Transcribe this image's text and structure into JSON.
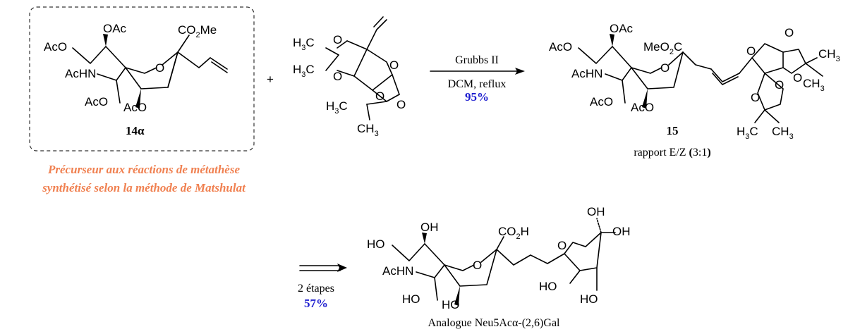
{
  "colors": {
    "yield": "#1c1ccf",
    "note": "#f08050",
    "ink": "#000000"
  },
  "compound_14a": {
    "label_num": "14",
    "label_greek": "α",
    "atoms": {
      "ac_o_left": "AcO",
      "o_ac_top": "OAc",
      "co2me": "CO",
      "co2me_sub": "2",
      "co2me_end": "Me",
      "achn": "AcHN",
      "aco_bottom_left": "AcO",
      "aco_bottom_right": "AcO",
      "ring_o": "O"
    }
  },
  "plus_sign": "+",
  "reagent": {
    "h3c_top": "H",
    "h3c_top_sub": "3",
    "h3c_top_end": "C",
    "h3c_mid": "H",
    "h3c_mid_sub": "3",
    "h3c_mid_end": "C",
    "h3c_low": "H",
    "h3c_low_sub": "3",
    "h3c_low_end": "C",
    "ch3_bottom": "CH",
    "ch3_bottom_sub": "3",
    "o": "O"
  },
  "step1": {
    "catalyst": "Grubbs II",
    "conditions": "DCM, reflux",
    "yield": "95%"
  },
  "compound_15": {
    "label": "15",
    "ratio_prefix": "rapport E/Z ",
    "ratio_open": "(",
    "ratio_value": "3:1",
    "ratio_close": ")",
    "atoms": {
      "ac_o_left": "AcO",
      "o_ac_top": "OAc",
      "meo2c_pre": "MeO",
      "meo2c_sub": "2",
      "meo2c_end": "C",
      "achn": "AcHN",
      "aco_bottom_left": "AcO",
      "aco_bottom_right": "AcO",
      "ch3": "CH",
      "ch3_sub": "3",
      "h3c": "H",
      "h3c_sub": "3",
      "h3c_end": "C",
      "o": "O"
    }
  },
  "precursor_note": {
    "line1": "Précurseur aux réactions de métathèse",
    "line2": "synthétisé selon la méthode de Matshulat"
  },
  "step2": {
    "steps": "2 étapes",
    "yield": "57%"
  },
  "product": {
    "name": "Analogue Neu5Acα-(2,6)Gal",
    "atoms": {
      "ho_left": "HO",
      "oh_top": "OH",
      "co2h_pre": "CO",
      "co2h_sub": "2",
      "co2h_end": "H",
      "achn": "AcHN",
      "ho_bottom_left": "HO",
      "ho_bottom_right": "HO",
      "oh": "OH",
      "ho": "HO",
      "o": "O"
    }
  }
}
